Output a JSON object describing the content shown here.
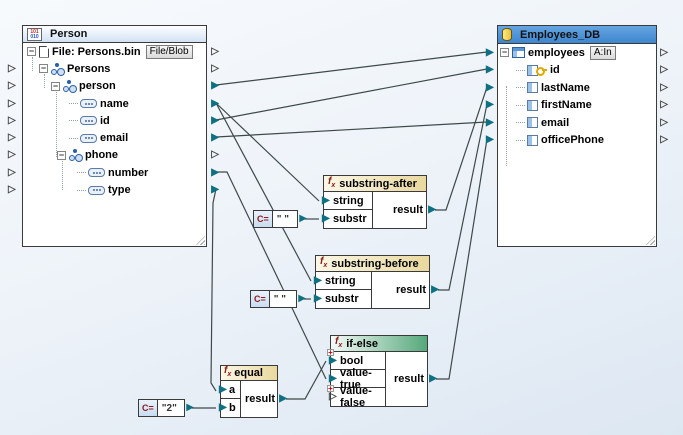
{
  "person_component": {
    "title": "Person",
    "rows": [
      {
        "label": "File: Persons.bin",
        "button": "File/Blob"
      },
      {
        "label": "Persons"
      },
      {
        "label": "person"
      },
      {
        "label": "name"
      },
      {
        "label": "id"
      },
      {
        "label": "email"
      },
      {
        "label": "phone"
      },
      {
        "label": "number"
      },
      {
        "label": "type"
      }
    ]
  },
  "db_component": {
    "title": "Employees_DB",
    "rows": [
      {
        "label": "employees",
        "button": "A:In"
      },
      {
        "label": "id"
      },
      {
        "label": "lastName"
      },
      {
        "label": "firstName"
      },
      {
        "label": "email"
      },
      {
        "label": "officePhone"
      }
    ]
  },
  "functions": {
    "substring_after": {
      "name": "substring-after",
      "input1": "string",
      "input2": "substr",
      "output": "result"
    },
    "substring_before": {
      "name": "substring-before",
      "input1": "string",
      "input2": "substr",
      "output": "result"
    },
    "if_else": {
      "name": "if-else",
      "input1": "bool",
      "input2": "value-true",
      "input3": "value-false",
      "output": "result"
    },
    "equal": {
      "name": "equal",
      "input1": "a",
      "input2": "b",
      "output": "result"
    }
  },
  "constants": {
    "space_delimiter_1": "\" \"",
    "space_delimiter_2": "\" \"",
    "phone_type": "\"2\""
  },
  "colors": {
    "connector_teal": "#0e7080",
    "wire": "#3d4a49",
    "db_header_blue": "#3e86cf",
    "function_header_yellow": "#e9d89e",
    "ifelse_header_green": "#57a87c"
  },
  "connections": [
    {
      "from": "Person.person",
      "to": "Employees_DB.employees"
    },
    {
      "from": "Person.name",
      "to": "substring-after.string"
    },
    {
      "from": "Person.name",
      "to": "substring-before.string"
    },
    {
      "from": "Person.id",
      "to": "Employees_DB.id"
    },
    {
      "from": "Person.email",
      "to": "Employees_DB.email"
    },
    {
      "from": "Person.number",
      "to": "if-else.value-true"
    },
    {
      "from": "Person.type",
      "to": "equal.a"
    },
    {
      "from": "constant \" \"",
      "to": "substring-after.substr"
    },
    {
      "from": "constant \" \"",
      "to": "substring-before.substr"
    },
    {
      "from": "constant \"2\"",
      "to": "equal.b"
    },
    {
      "from": "substring-after.result",
      "to": "Employees_DB.lastName"
    },
    {
      "from": "substring-before.result",
      "to": "Employees_DB.firstName"
    },
    {
      "from": "equal.result",
      "to": "if-else.bool"
    },
    {
      "from": "if-else.result",
      "to": "Employees_DB.officePhone"
    }
  ]
}
